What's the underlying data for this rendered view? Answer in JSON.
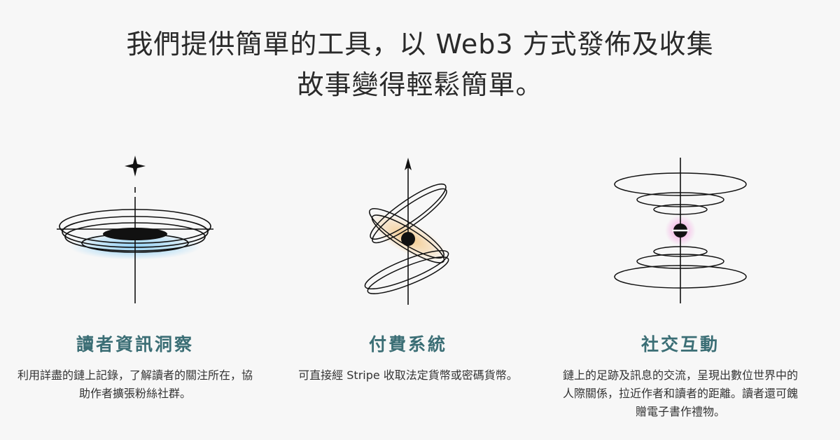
{
  "headline": {
    "line1": "我們提供簡單的工具，以 Web3 方式發佈及收集",
    "line2": "故事變得輕鬆簡單。"
  },
  "features": [
    {
      "icon": "black-hole-disc-icon",
      "title": "讀者資訊洞察",
      "description": "利用詳盡的鏈上記錄，了解讀者的關注所在，協助作者擴張粉絲社群。",
      "glow_color": "#8fd0f5"
    },
    {
      "icon": "orbit-rings-arrow-icon",
      "title": "付費系統",
      "description": "可直接經 Stripe 收取法定貨幣或密碼貨幣。",
      "glow_color": "#f2c27a"
    },
    {
      "icon": "stacked-rings-core-icon",
      "title": "社交互動",
      "description": "鏈上的足跡及訊息的交流，呈現出數位世界中的人際關係，拉近作者和讀者的距離。讀者還可餽贈電子書作禮物。",
      "glow_color": "#f08ad6"
    }
  ],
  "colors": {
    "title": "#3b6e75",
    "text": "#333333",
    "background": "#f7f7f7"
  }
}
